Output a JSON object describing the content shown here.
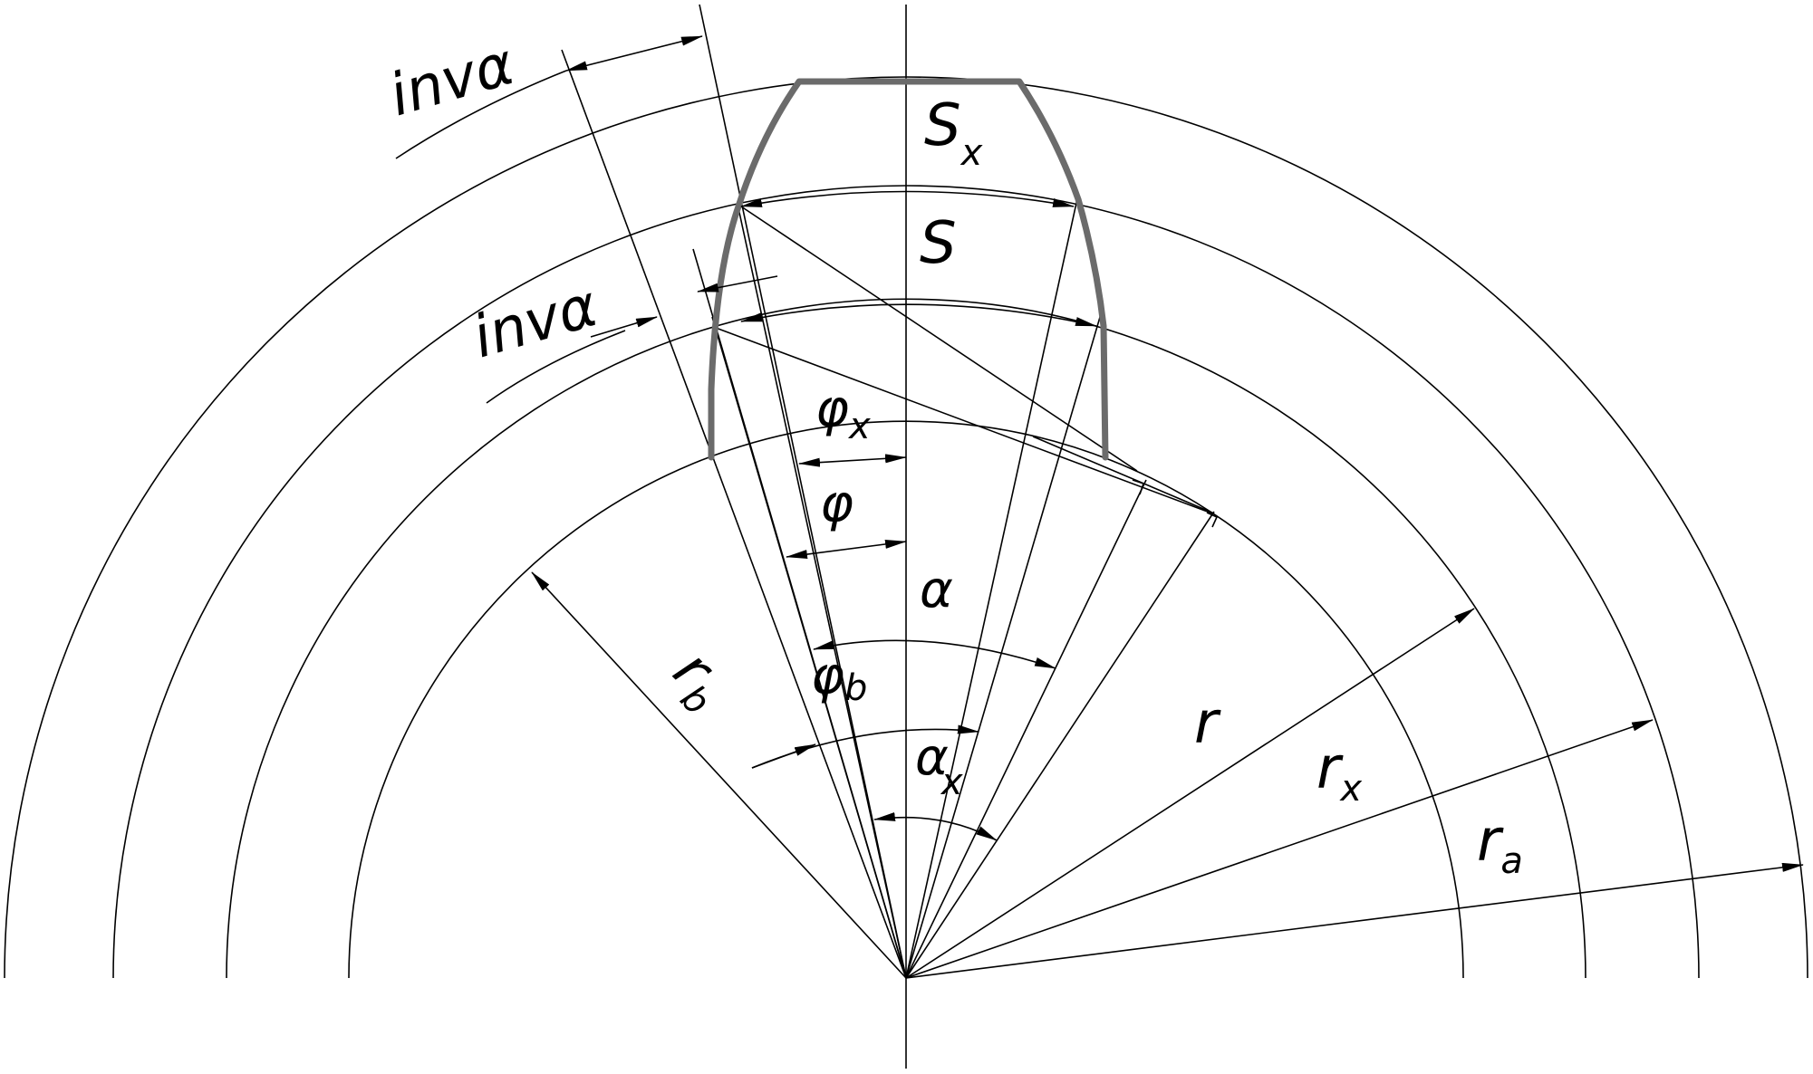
{
  "labels": {
    "inv_outer": "invα",
    "inv_inner": "invα",
    "sx_main": "S",
    "sx_sub": "x",
    "s": "S",
    "phi_x_main": "φ",
    "phi_x_sub": "x",
    "phi": "φ",
    "alpha": "α",
    "phi_b_main": "φ",
    "phi_b_sub": "b",
    "alpha_x_main": "α",
    "alpha_x_sub": "x",
    "rb_main": "r",
    "rb_sub": "b",
    "r": "r",
    "rx_main": "r",
    "rx_sub": "x",
    "ra_main": "r",
    "ra_sub": "a"
  },
  "colors": {
    "line": "#000000",
    "tooth_profile": "#6b6b6b",
    "background": "#ffffff"
  }
}
